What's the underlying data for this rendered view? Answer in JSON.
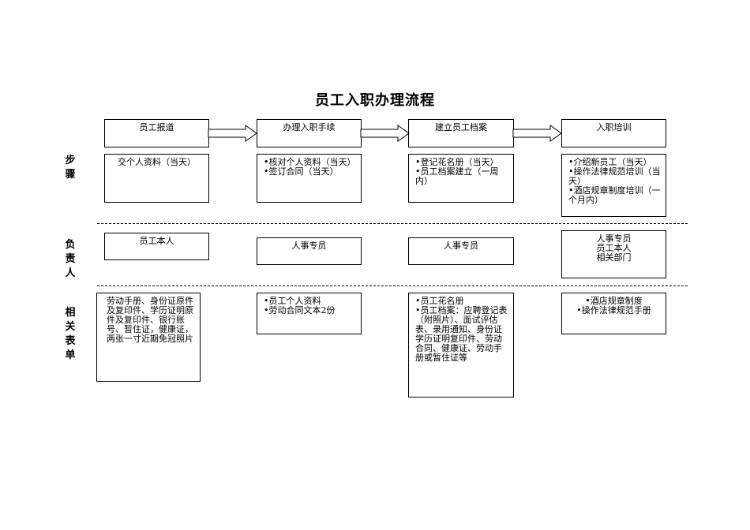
{
  "title": "员工入职办理流程",
  "row_labels": {
    "steps": [
      "步",
      "骤"
    ],
    "responsible": [
      "负",
      "责",
      "人"
    ],
    "forms": [
      "相",
      "关",
      "表",
      "单"
    ]
  },
  "headers": [
    "员工报道",
    "办理入职手续",
    "建立员工档案",
    "入职培训"
  ],
  "steps": {
    "col1": "交个人资料（当天）",
    "col2": [
      "•核对个人资料（当天）",
      "•签订合同（当天）"
    ],
    "col3": [
      "•登记花名册（当天）",
      "•员工档案建立（一周内）"
    ],
    "col4": [
      "•介绍新员工（当天）",
      "•操作法律规范培训（当天）",
      "•酒店规章制度培训（一个月内）"
    ]
  },
  "responsible": {
    "col1": "员工本人",
    "col2": "人事专员",
    "col3": "人事专员",
    "col4": [
      "人事专员",
      "员工本人",
      "相关部门"
    ]
  },
  "forms": {
    "col1": "劳动手册、身份证原件及复印件、学历证明原件及复印件、银行账号、暂住证，健康证，两张一寸近期免冠照片",
    "col2": [
      "•员工个人资料",
      "•劳动合同文本2份"
    ],
    "col3": [
      "•员工花名册",
      "•员工档案：应聘登记表（附照片）、面试评估表、录用通知、身份证学历证明复印件、劳动合同、健康证、劳动手册或暂住证等"
    ],
    "col4": [
      "•酒店规章制度",
      "•操作法律规范手册"
    ]
  }
}
